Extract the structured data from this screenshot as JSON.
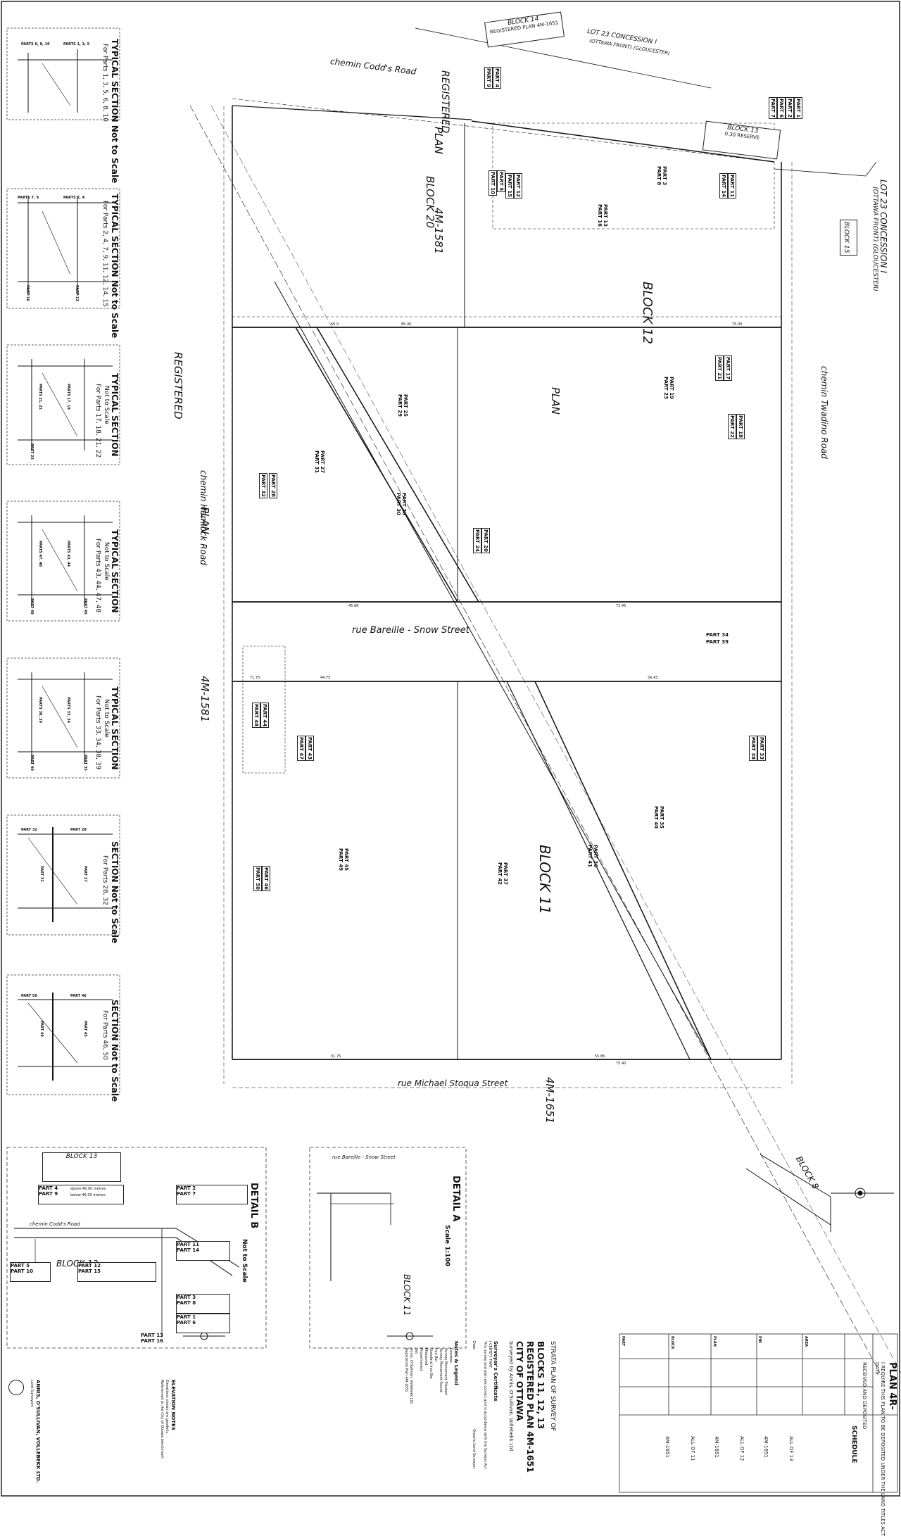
{
  "title_block": {
    "plan_no": "PLAN 4R-",
    "received_text": "I REQUIRE THIS PLAN TO BE DEPOSITED UNDER THE LAND TITLES ACT",
    "date_label": "DATE",
    "deposited_text": "RECEIVED AND DEPOSITED",
    "schedule_label": "SCHEDULE",
    "plan_title": "STRATA PLAN OF SURVEY OF",
    "blocks_line": "BLOCKS 11, 12, 13",
    "registered_plan": "REGISTERED PLAN 4M-1651",
    "city": "CITY OF OTTAWA",
    "surveyed_by": "Surveyed by Annis, O'Sullivan, Vollebekk Ltd."
  },
  "schedule": {
    "headers": [
      "PART",
      "BLOCK",
      "PLAN",
      "PIN",
      "AREA"
    ],
    "rows": [
      {
        "part": "ALL OF 11",
        "plan": "4M-1651"
      },
      {
        "part": "ALL OF 12",
        "plan": "4M-1651"
      },
      {
        "part": "ALL OF 13",
        "plan": "4M-1651"
      }
    ]
  },
  "legend": {
    "heading": "Notes & Legend",
    "items": [
      "Denotes",
      "Survey Monument Planted",
      "Survey Monument Found",
      "Iron Bar",
      "Standard Iron Bar",
      "Measured",
      "Proportioned",
      "Set",
      "Annis, O'Sullivan, Vollebekk Ltd.",
      "Registered Plan 4M-1651"
    ]
  },
  "certificate": {
    "heading": "Surveyor's Certificate",
    "line1": "I CERTIFY THAT:",
    "line2": "This survey and plan are correct and in accordance with the Surveys Act",
    "date_label": "Date",
    "signer_label": "Ontario Land Surveyor"
  },
  "elevation_notes": {
    "heading": "ELEVATION NOTES",
    "line1": "Elevations shown are geodetic",
    "line2": "Referenced to the City of Ottawa benchmark"
  },
  "typical_sections": [
    {
      "title": "TYPICAL SECTION Not to Scale",
      "sub": "For Parts 1, 3, 5, 6, 8, 10",
      "labels": [
        "PARTS 6, 8, 10",
        "PARTS 1, 3, 5"
      ]
    },
    {
      "title": "TYPICAL SECTION Not to Scale",
      "sub": "For Parts 2, 4, 7, 9, 11, 12, 14, 15",
      "labels": [
        "PARTS 7, 9",
        "PARTS 2, 4",
        "PART 16",
        "PART 13"
      ]
    },
    {
      "title": "TYPICAL SECTION",
      "sub1": "Not to Scale",
      "sub": "For Parts 17, 18, 21, 22",
      "labels": [
        "PARTS 21, 22",
        "PARTS 17, 18",
        "PART 23"
      ]
    },
    {
      "title": "TYPICAL SECTION",
      "sub1": "Not to Scale",
      "sub": "For Parts 43, 44, 47, 48",
      "labels": [
        "PARTS 47, 48",
        "PARTS 43, 44",
        "PART 49",
        "PART 45"
      ]
    },
    {
      "title": "TYPICAL SECTION",
      "sub1": "Not to Scale",
      "sub": "For Parts 33, 34, 38, 39",
      "labels": [
        "PARTS 38, 39",
        "PARTS 33, 34",
        "PART 40",
        "PART 35"
      ]
    },
    {
      "title": "SECTION Not to Scale",
      "sub": "For Parts 28, 32",
      "labels": [
        "PART 32",
        "PART 28",
        "PART 31",
        "PART 27"
      ]
    },
    {
      "title": "SECTION Not to Scale",
      "sub": "For Parts 46, 50",
      "labels": [
        "PART 50",
        "PART 46",
        "PART 49",
        "PART 45"
      ]
    }
  ],
  "map": {
    "lot_top": "LOT 23 CONCESSION I",
    "lot_top_sub": "(OTTAWA FRONT) (GLOUCESTER)",
    "block14": "BLOCK 14",
    "block14_sub": "REGISTERED PLAN 4M-1651",
    "lot_right": "LOT 23 CONCESSION I",
    "lot_right_sub": "(OTTAWA FRONT) (GLOUCESTER)",
    "block13": "BLOCK 13",
    "block13_sub": "0.30 RESERVE",
    "block15": "BLOCK 15",
    "block20": "BLOCK 20",
    "block12": "BLOCK 12",
    "block11": "BLOCK 11",
    "block8": "BLOCK 8",
    "codds_road": "chemin Codd's Road",
    "registered_top": "REGISTERED",
    "registered_left": "REGISTERED",
    "plan_left": "PLAN",
    "plan_4m1581": "4M-1581",
    "plan_center": "PLAN",
    "hemlock": "chemin Hemlock Road",
    "rue_bareille": "rue Bareille - Snow Street",
    "twadino": "chemin Twadino Road",
    "michael_stoqua": "rue Michael Stoqua Street",
    "plan_4m1651": "4M-1651",
    "detail_a_title": "DETAIL A",
    "detail_a_scale": "Scale 1:100",
    "detail_b_title": "DETAIL B",
    "detail_b_scale": "Not to Scale",
    "parts": [
      "PART 25",
      "PART 29",
      "PART 26",
      "PART 30",
      "PART 27",
      "PART 31",
      "PART 28",
      "PART 32",
      "PART 20",
      "PART 24",
      "PART 19",
      "PART 23",
      "PART 17",
      "PART 21",
      "PART 18",
      "PART 22",
      "PART 34",
      "PART 39",
      "PART 33",
      "PART 38",
      "PART 35",
      "PART 40",
      "PART 36",
      "PART 41",
      "PART 37",
      "PART 42",
      "PART 43",
      "PART 47",
      "PART 44",
      "PART 48",
      "PART 45",
      "PART 49",
      "PART 46",
      "PART 50",
      "PART 4",
      "PART 9",
      "PART 5",
      "PART 10",
      "PART 12",
      "PART 15",
      "PART 3",
      "PART 8",
      "PART 11",
      "PART 14",
      "PART 13",
      "PART 16",
      "PART 1",
      "PART 2",
      "PART 6",
      "PART 7"
    ],
    "dims": [
      "56.0",
      "85.40",
      "75.00",
      "45.68",
      "73.45",
      "71.75",
      "44.75",
      "56.43",
      "55.86",
      "75.40",
      "31.75"
    ]
  },
  "detail_b_parts": [
    {
      "a": "PART 4",
      "b": "PART 9"
    },
    {
      "a": "PART 2",
      "b": "PART 7"
    },
    {
      "a": "PART 5",
      "b": "PART 10"
    },
    {
      "a": "PART 12",
      "b": "PART 15"
    },
    {
      "a": "PART 11",
      "b": "PART 14"
    },
    {
      "a": "PART 3",
      "b": "PART 8"
    },
    {
      "a": "PART 1",
      "b": "PART 6"
    },
    {
      "a": "PART 13",
      "b": "PART 16"
    }
  ],
  "detail_b_labels": {
    "block13": "BLOCK 13",
    "block12": "BLOCK 12",
    "codds": "chemin Codd's Road",
    "elev_a": "above 46.00 metres",
    "elev_b": "below 46.00 metres"
  },
  "firm": {
    "name": "ANNIS, O'SULLIVAN, VOLLEBEKK LTD.",
    "line": "Land Surveyors"
  }
}
